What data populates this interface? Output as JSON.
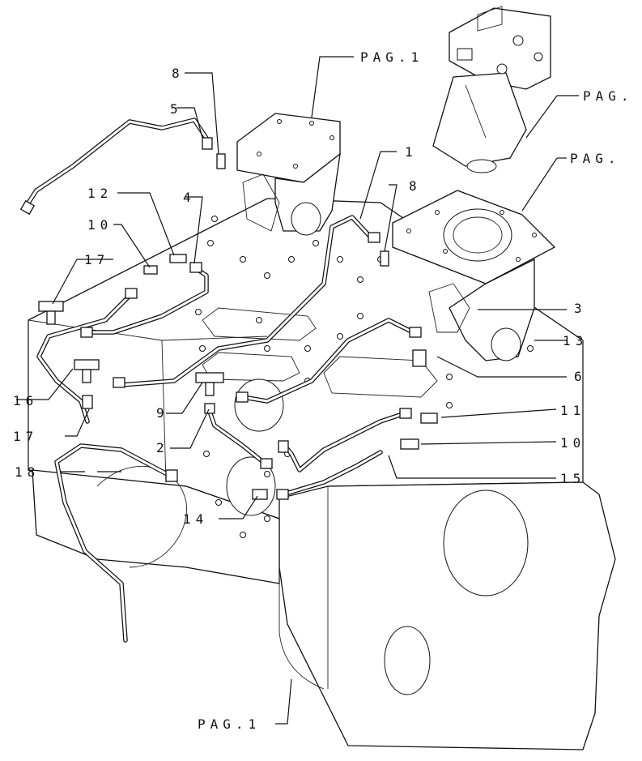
{
  "callouts": {
    "c1": "1",
    "c2": "2",
    "c3": "3",
    "c4": "4",
    "c5": "5",
    "c6": "6",
    "c8a": "8",
    "c8b": "8",
    "c9": "9",
    "c10a": "10",
    "c10b": "10",
    "c11": "11",
    "c12": "12",
    "c13": "13",
    "c14": "14",
    "c15": "15",
    "c16": "16",
    "c17a": "17",
    "c17b": "17",
    "c18": "18"
  },
  "page_refs": {
    "top": "PAG.1",
    "right_upper": "PAG.",
    "right_mid": "PAG.",
    "bottom": "PAG.1"
  }
}
